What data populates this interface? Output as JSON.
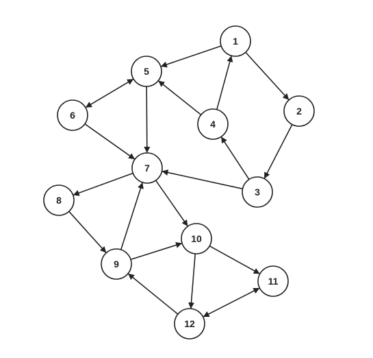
{
  "graph": {
    "directed": true,
    "colors": {
      "stroke": "#222222",
      "node_fill": "#ffffff"
    },
    "nodes": [
      {
        "id": "1",
        "label": "1"
      },
      {
        "id": "2",
        "label": "2"
      },
      {
        "id": "3",
        "label": "3"
      },
      {
        "id": "4",
        "label": "4"
      },
      {
        "id": "5",
        "label": "5"
      },
      {
        "id": "6",
        "label": "6"
      },
      {
        "id": "7",
        "label": "7"
      },
      {
        "id": "8",
        "label": "8"
      },
      {
        "id": "9",
        "label": "9"
      },
      {
        "id": "10",
        "label": "10"
      },
      {
        "id": "11",
        "label": "11"
      },
      {
        "id": "12",
        "label": "12"
      }
    ],
    "edges": [
      {
        "from": "1",
        "to": "5"
      },
      {
        "from": "1",
        "to": "2"
      },
      {
        "from": "4",
        "to": "1"
      },
      {
        "from": "2",
        "to": "3"
      },
      {
        "from": "4",
        "to": "5"
      },
      {
        "from": "3",
        "to": "4"
      },
      {
        "from": "5",
        "to": "6",
        "bidirectional": true
      },
      {
        "from": "5",
        "to": "7"
      },
      {
        "from": "6",
        "to": "7"
      },
      {
        "from": "3",
        "to": "7"
      },
      {
        "from": "7",
        "to": "8"
      },
      {
        "from": "7",
        "to": "10"
      },
      {
        "from": "8",
        "to": "9"
      },
      {
        "from": "9",
        "to": "7"
      },
      {
        "from": "9",
        "to": "10"
      },
      {
        "from": "10",
        "to": "11"
      },
      {
        "from": "10",
        "to": "12"
      },
      {
        "from": "12",
        "to": "9"
      },
      {
        "from": "11",
        "to": "12",
        "bidirectional": true
      }
    ]
  }
}
